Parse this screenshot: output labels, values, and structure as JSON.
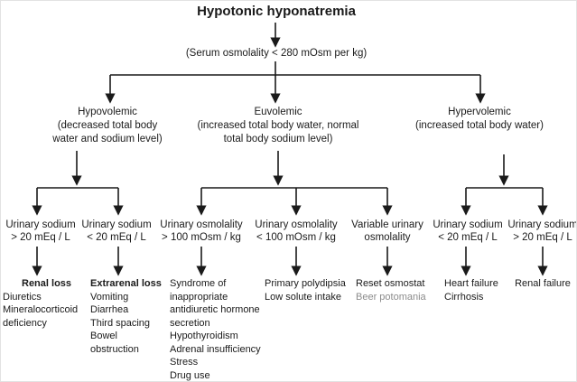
{
  "title": "Hypotonic hyponatremia",
  "criteria": "(Serum osmolality < 280 mOsm per kg)",
  "colors": {
    "text": "#1a1a1a",
    "muted_text": "#8c8c8c",
    "line": "#1a1a1a",
    "background": "#ffffff"
  },
  "categories": [
    {
      "id": "hypovolemic",
      "lines": [
        "Hypovolemic",
        "(decreased total body",
        "water and sodium level)"
      ]
    },
    {
      "id": "euvolemic",
      "lines": [
        "Euvolemic",
        "(increased total body water, normal",
        "total body sodium level)"
      ]
    },
    {
      "id": "hypervolemic",
      "lines": [
        "Hypervolemic",
        "(increased total body water)"
      ]
    }
  ],
  "tests": [
    {
      "id": "urinary-sodium-gt20-hypovolemic",
      "lines": [
        "Urinary sodium",
        "> 20 mEq / L"
      ]
    },
    {
      "id": "urinary-sodium-lt20-hypovolemic",
      "lines": [
        "Urinary sodium",
        "< 20 mEq / L"
      ]
    },
    {
      "id": "urinary-osmolality-gt100",
      "lines": [
        "Urinary osmolality",
        "> 100 mOsm / kg"
      ]
    },
    {
      "id": "urinary-osmolality-lt100",
      "lines": [
        "Urinary osmolality",
        "< 100 mOsm / kg"
      ]
    },
    {
      "id": "variable-urinary-osmolality",
      "lines": [
        "Variable urinary",
        "osmolality"
      ]
    },
    {
      "id": "urinary-sodium-lt20-hypervolemic",
      "lines": [
        "Urinary sodium",
        "< 20 mEq / L"
      ]
    },
    {
      "id": "urinary-sodium-gt20-hypervolemic",
      "lines": [
        "Urinary sodium",
        "> 20 mEq / L"
      ]
    }
  ],
  "outcomes": [
    {
      "id": "renal-loss",
      "header": "Renal loss",
      "lines": [
        "Diuretics",
        "Mineralocorticoid",
        "deficiency"
      ]
    },
    {
      "id": "extrarenal-loss",
      "header": "Extrarenal loss",
      "lines": [
        "Vomiting",
        "Diarrhea",
        "Third spacing",
        "Bowel",
        "obstruction"
      ]
    },
    {
      "id": "siadh-group",
      "lines": [
        "Syndrome of",
        "inappropriate",
        "antidiuretic hormone",
        "secretion",
        "Hypothyroidism",
        "Adrenal insufficiency",
        "Stress",
        "Drug use"
      ]
    },
    {
      "id": "polydipsia-group",
      "lines": [
        "Primary polydipsia",
        "Low solute intake"
      ]
    },
    {
      "id": "osmostat-group",
      "lines": [
        "Reset osmostat",
        "Beer potomania"
      ]
    },
    {
      "id": "heart-failure-group",
      "lines": [
        "Heart failure",
        "Cirrhosis"
      ]
    },
    {
      "id": "renal-failure-group",
      "lines": [
        "Renal failure"
      ]
    }
  ]
}
